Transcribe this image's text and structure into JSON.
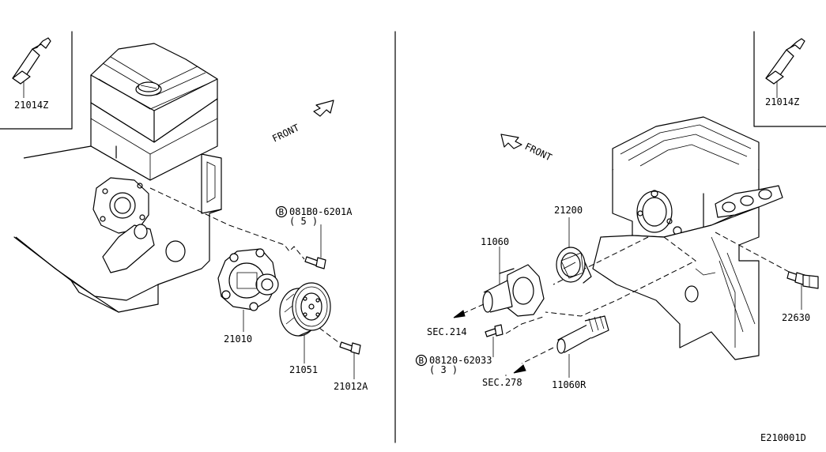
{
  "labels": {
    "tube_left": "21014Z",
    "tube_right": "21014Z",
    "front_left": "FRONT",
    "front_right": "FRONT",
    "bolt_pn": "081B0-6201A",
    "bolt_qty": "( 5 )",
    "water_pump": "21010",
    "pulley": "21051",
    "pulley_bolt": "21012A",
    "thermostat": "21200",
    "housing": "11060",
    "sec214": "SEC.214",
    "bolt2_pn": "08120-62033",
    "bolt2_qty": "( 3 )",
    "sec278": "SEC.278",
    "outlet_pipe": "11060R",
    "sensor": "22630",
    "diagram_id": "E210001D",
    "b_mark": "B"
  }
}
